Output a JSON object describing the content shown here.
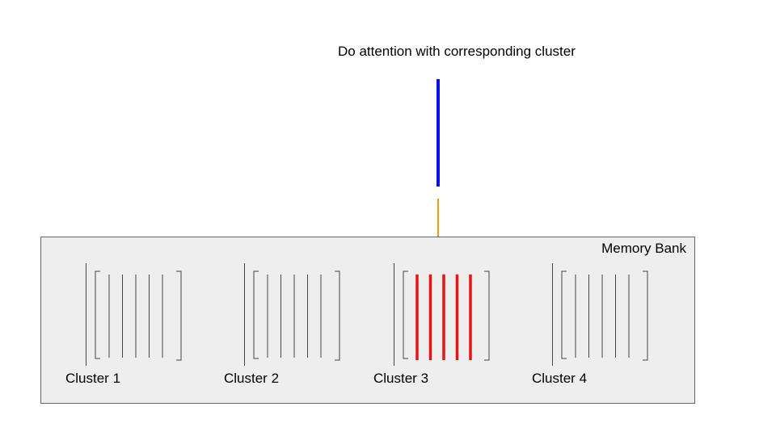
{
  "diagram": {
    "caption": "Do attention with corresponding cluster",
    "colors": {
      "query": "#0a10e6",
      "arrow": "#f39c12",
      "highlight": "#e81414",
      "normal": "#444444",
      "bank_fill": "#eeeeee"
    },
    "memory_bank": {
      "label": "Memory Bank",
      "clusters": [
        {
          "label": "Cluster 1",
          "highlighted": false,
          "vectors": 5
        },
        {
          "label": "Cluster 2",
          "highlighted": false,
          "vectors": 5
        },
        {
          "label": "Cluster 3",
          "highlighted": true,
          "vectors": 5
        },
        {
          "label": "Cluster 4",
          "highlighted": false,
          "vectors": 5
        }
      ]
    }
  }
}
